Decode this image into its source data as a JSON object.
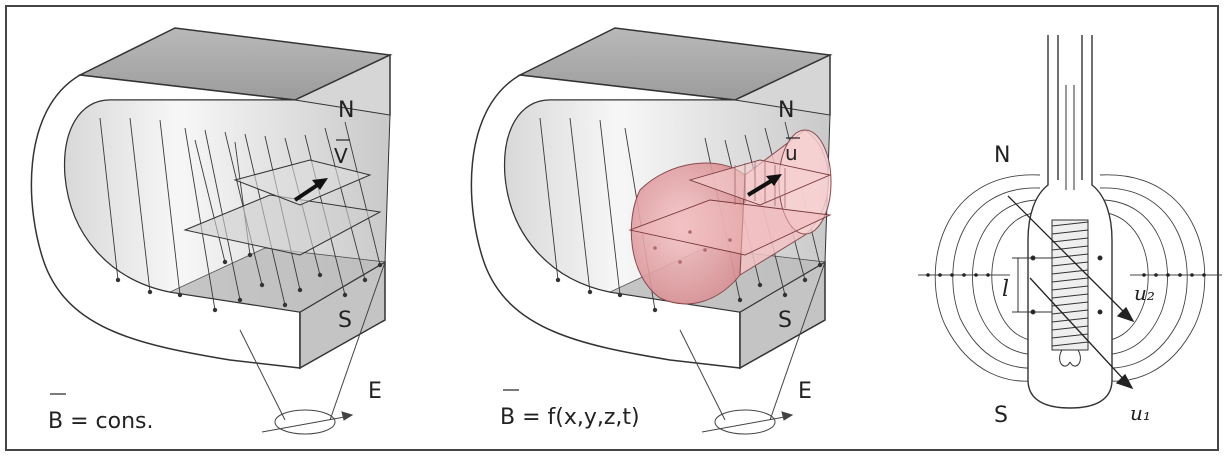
{
  "panels": [
    {
      "north": "N",
      "south": "S",
      "velocity": "V",
      "field_formula": "B = cons.",
      "emf": "E"
    },
    {
      "north": "N",
      "south": "S",
      "velocity": "u",
      "field_formula": "B = f(x,y,z,t)",
      "emf": "E"
    },
    {
      "north": "N",
      "south": "S",
      "length": "l",
      "velocity_1": "u₁",
      "velocity_2": "u₂"
    }
  ],
  "colors": {
    "magnet_face": "#ffffff",
    "magnet_top": "#a8a8a8",
    "magnet_side": "#cfcfcf",
    "volume_tint": "#e7a3a6",
    "line": "#3a3a3a"
  }
}
